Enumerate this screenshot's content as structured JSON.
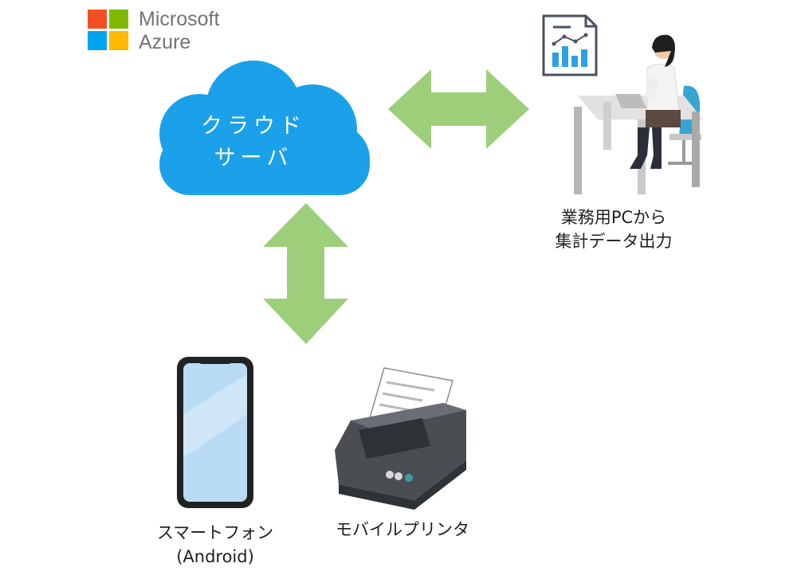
{
  "logo": {
    "name_line1": "Microsoft",
    "name_line2": "Azure",
    "colors": [
      "#f25022",
      "#7fba00",
      "#00a4ef",
      "#ffb900"
    ]
  },
  "cloud": {
    "line1": "クラウド",
    "line2": "サーバ",
    "color": "#1aa1e9"
  },
  "office": {
    "caption_line1": "業務用PCから",
    "caption_line2": "集計データ出力"
  },
  "smartphone": {
    "caption_line1": "スマートフォン",
    "caption_line2": "(Android)"
  },
  "printer": {
    "caption": "モバイルプリンタ"
  },
  "arrow_color": "#9dce79"
}
